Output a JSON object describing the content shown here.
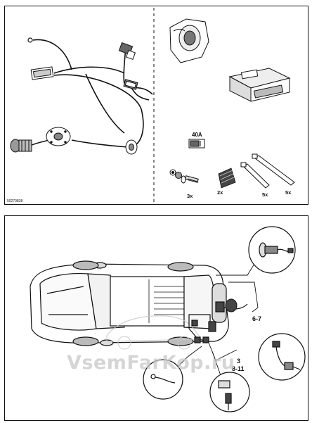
{
  "top_panel": {
    "part_code": "50270838",
    "fuse_label": "40A",
    "qty_bolts": "3x",
    "qty_grommets": "2x",
    "qty_tie_a": "5x",
    "qty_tie_b": "5x"
  },
  "bottom_panel": {
    "step_rear": "6-7",
    "step_socket_a": "3",
    "step_socket_b": "8-11"
  },
  "watermark": "VsemFarKop.ru",
  "colors": {
    "line": "#111111",
    "watermark": "#c8c8c8"
  }
}
